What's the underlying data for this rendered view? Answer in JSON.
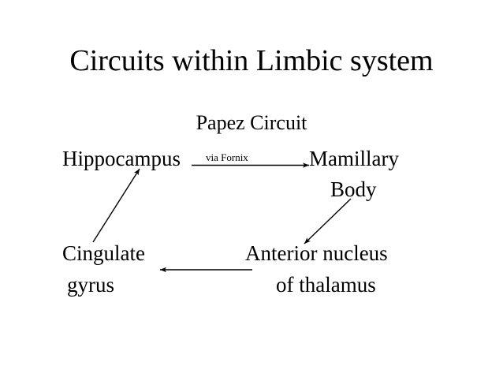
{
  "slide": {
    "title": "Circuits within Limbic system",
    "subtitle": "Papez Circuit",
    "background_color": "#ffffff",
    "text_color": "#000000"
  },
  "diagram": {
    "type": "flow-cycle",
    "nodes": [
      {
        "id": "hippocampus",
        "label": "Hippocampus"
      },
      {
        "id": "mamillary",
        "label": "Mamillary"
      },
      {
        "id": "body",
        "label": "Body"
      },
      {
        "id": "cingulate",
        "label": "Cingulate"
      },
      {
        "id": "gyrus",
        "label": "gyrus"
      },
      {
        "id": "anterior",
        "label": "Anterior nucleus"
      },
      {
        "id": "thalamus",
        "label": "of thalamus"
      }
    ],
    "edges": [
      {
        "id": "hippocampus-to-mamillary",
        "from": "hippocampus",
        "to": "mamillary",
        "label": "via Fornix",
        "direction": "right"
      },
      {
        "id": "mamillary-body-to-anterior",
        "from": "body",
        "to": "anterior",
        "label": "",
        "direction": "down-left"
      },
      {
        "id": "anterior-to-cingulate",
        "from": "anterior",
        "to": "cingulate",
        "label": "",
        "direction": "left"
      },
      {
        "id": "cingulate-to-hippocampus",
        "from": "cingulate",
        "to": "hippocampus",
        "label": "",
        "direction": "up-right"
      }
    ]
  }
}
